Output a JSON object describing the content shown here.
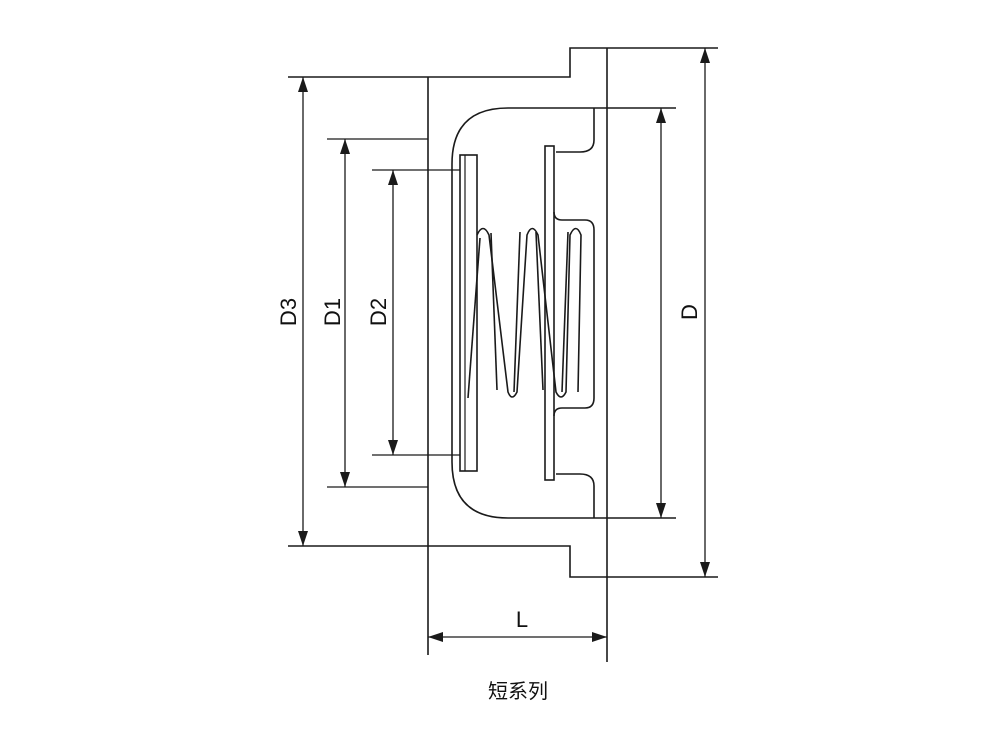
{
  "labels": {
    "d3": "D3",
    "d1": "D1",
    "d2": "D2",
    "d": "D",
    "l": "L"
  },
  "caption": "短系列"
}
